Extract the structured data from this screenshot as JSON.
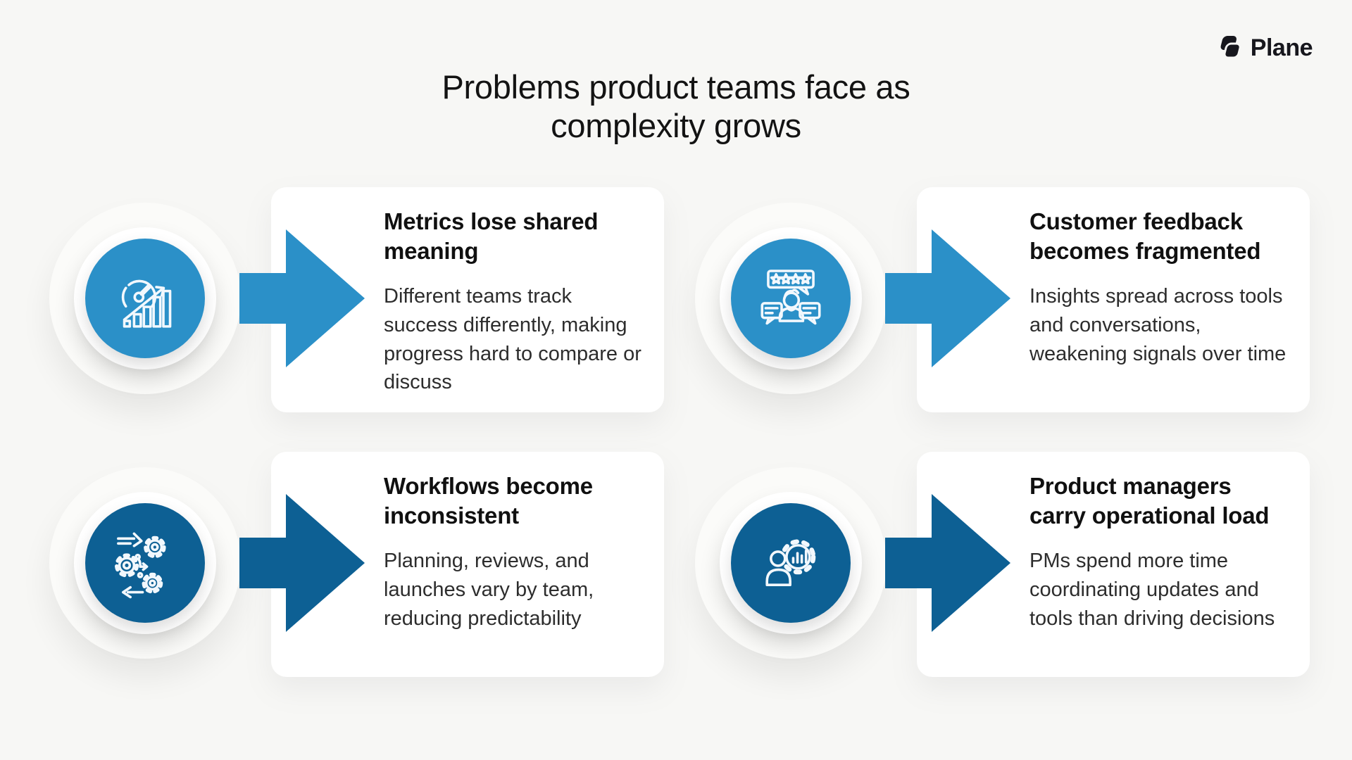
{
  "page": {
    "background_color": "#f7f7f5"
  },
  "logo": {
    "brand": "Plane",
    "mark_icon": "plane-logo-icon",
    "color": "#17171d"
  },
  "title": {
    "line1": "Problems product teams face as",
    "line2": "complexity grows"
  },
  "colors": {
    "light_blue": "#2b90c8",
    "dark_blue": "#0d6094",
    "card_white": "#ffffff"
  },
  "cards": [
    {
      "heading": "Metrics lose shared meaning",
      "body": "Different teams track success differently, making progress hard to compare or discuss",
      "icon": "gauge-growth-icon",
      "accent_color": "#2b90c8"
    },
    {
      "heading": "Customer feedback becomes fragmented",
      "body": "Insights spread across tools and conversations, weakening signals over time",
      "icon": "feedback-reviews-icon",
      "accent_color": "#2b90c8"
    },
    {
      "heading": "Workflows become inconsistent",
      "body": "Planning, reviews, and launches vary by team, reducing predictability",
      "icon": "process-gears-icon",
      "accent_color": "#0d6094"
    },
    {
      "heading": "Product managers carry operational load",
      "body": "PMs spend more time coordinating updates and tools than driving decisions",
      "icon": "manager-gear-icon",
      "accent_color": "#0d6094"
    }
  ]
}
